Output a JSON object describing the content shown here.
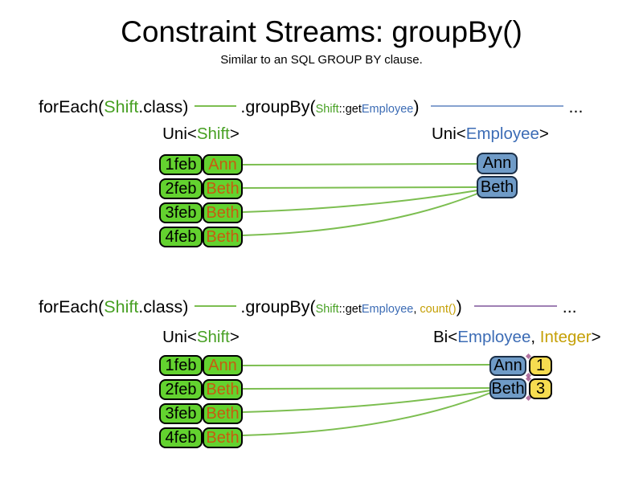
{
  "slide": {
    "title": "Constraint Streams: groupBy()",
    "subtitle": "Similar to an SQL GROUP BY clause."
  },
  "colors": {
    "shift_green_text": "#47a023",
    "employee_blue_text": "#3c6cb5",
    "integer_gold_text": "#c5a006",
    "name_orange_text": "#c75c10",
    "shift_cell_green": "#63d22f",
    "employee_box_blue": "#6f9bc7",
    "count_box_yellow": "#f6dc50",
    "wire_green": "#7cbe50",
    "wire_blue": "#86a2d0",
    "wire_purple": "#9f80b4"
  },
  "code1": {
    "kw_foreach": "forEach(",
    "cls": "Shift",
    "kw_class": ".class)",
    "kw_groupby": ".groupBy(",
    "arg_cls": "Shift",
    "arg_sep": "::get",
    "arg_prop": "Employee",
    "kw_close": ")",
    "ellipsis": "..."
  },
  "code2": {
    "kw_foreach": "forEach(",
    "cls": "Shift",
    "kw_class": ".class)",
    "kw_groupby": ".groupBy(",
    "arg_cls": "Shift",
    "arg_sep": "::get",
    "arg_prop": "Employee",
    "arg_comma": ", ",
    "arg_count": "count()",
    "kw_close": ")",
    "ellipsis": "..."
  },
  "diagram1": {
    "left_label": {
      "pre": "Uni<",
      "type": "Shift",
      "post": ">"
    },
    "right_label": {
      "pre": "Uni<",
      "type": "Employee",
      "post": ">"
    },
    "rows": [
      {
        "date": "1feb",
        "employee": "Ann"
      },
      {
        "date": "2feb",
        "employee": "Beth"
      },
      {
        "date": "3feb",
        "employee": "Beth"
      },
      {
        "date": "4feb",
        "employee": "Beth"
      }
    ],
    "groups": [
      {
        "employee": "Ann"
      },
      {
        "employee": "Beth"
      }
    ]
  },
  "diagram2": {
    "left_label": {
      "pre": "Uni<",
      "type": "Shift",
      "post": ">"
    },
    "right_label": {
      "pre": "Bi<",
      "type1": "Employee",
      "sep": ", ",
      "type2": "Integer",
      "post": ">"
    },
    "rows": [
      {
        "date": "1feb",
        "employee": "Ann"
      },
      {
        "date": "2feb",
        "employee": "Beth"
      },
      {
        "date": "3feb",
        "employee": "Beth"
      },
      {
        "date": "4feb",
        "employee": "Beth"
      }
    ],
    "groups": [
      {
        "employee": "Ann",
        "count": "1"
      },
      {
        "employee": "Beth",
        "count": "3"
      }
    ]
  }
}
